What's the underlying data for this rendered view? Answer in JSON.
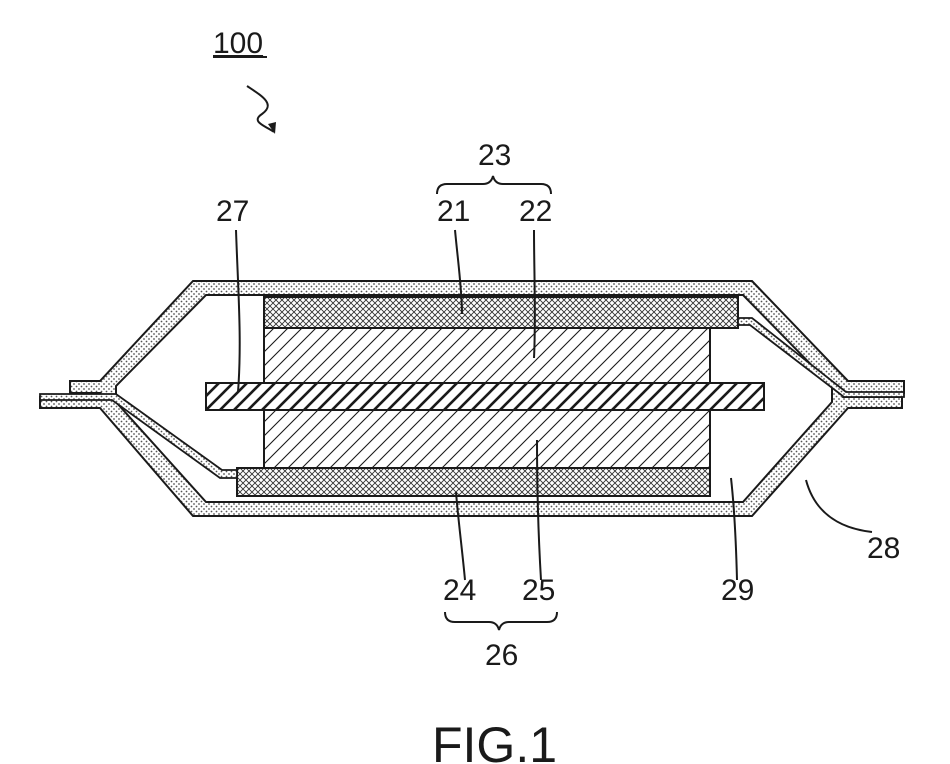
{
  "figure": {
    "reference": "100",
    "caption": "FIG.1",
    "labels": {
      "l21": "21",
      "l22": "22",
      "l23": "23",
      "l24": "24",
      "l25": "25",
      "l26": "26",
      "l27": "27",
      "l28": "28",
      "l29": "29"
    }
  }
}
